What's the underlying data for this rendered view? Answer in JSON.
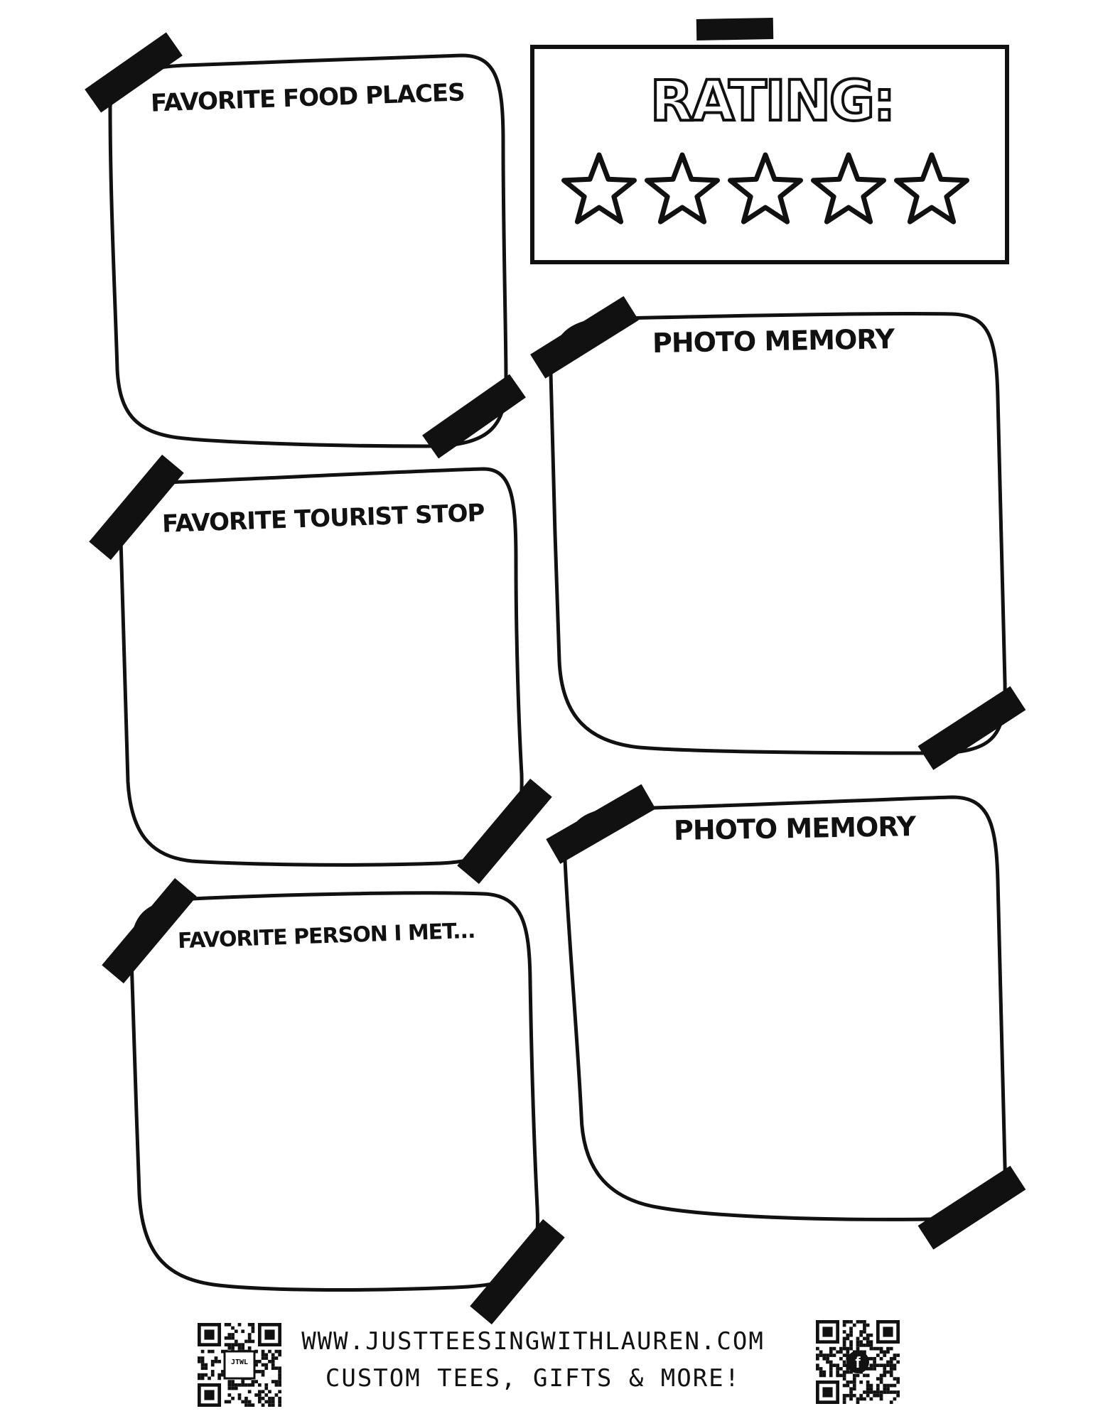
{
  "rating": {
    "title": "RATING:",
    "max_stars": 5,
    "filled_stars": 0
  },
  "boxes": {
    "food": "FAVORITE FOOD PLACES",
    "tourist": "FAVORITE TOURIST STOP",
    "person": "FAVORITE PERSON I MET...",
    "photo1": "PHOTO MEMORY",
    "photo2": "PHOTO MEMORY"
  },
  "footer": {
    "website": "WWW.JUSTTEESINGWITHLAUREN.COM",
    "tagline": "CUSTOM TEES, GIFTS & MORE!",
    "qr_left_logo": "JTWL"
  },
  "colors": {
    "ink": "#111111",
    "paper": "#ffffff"
  }
}
